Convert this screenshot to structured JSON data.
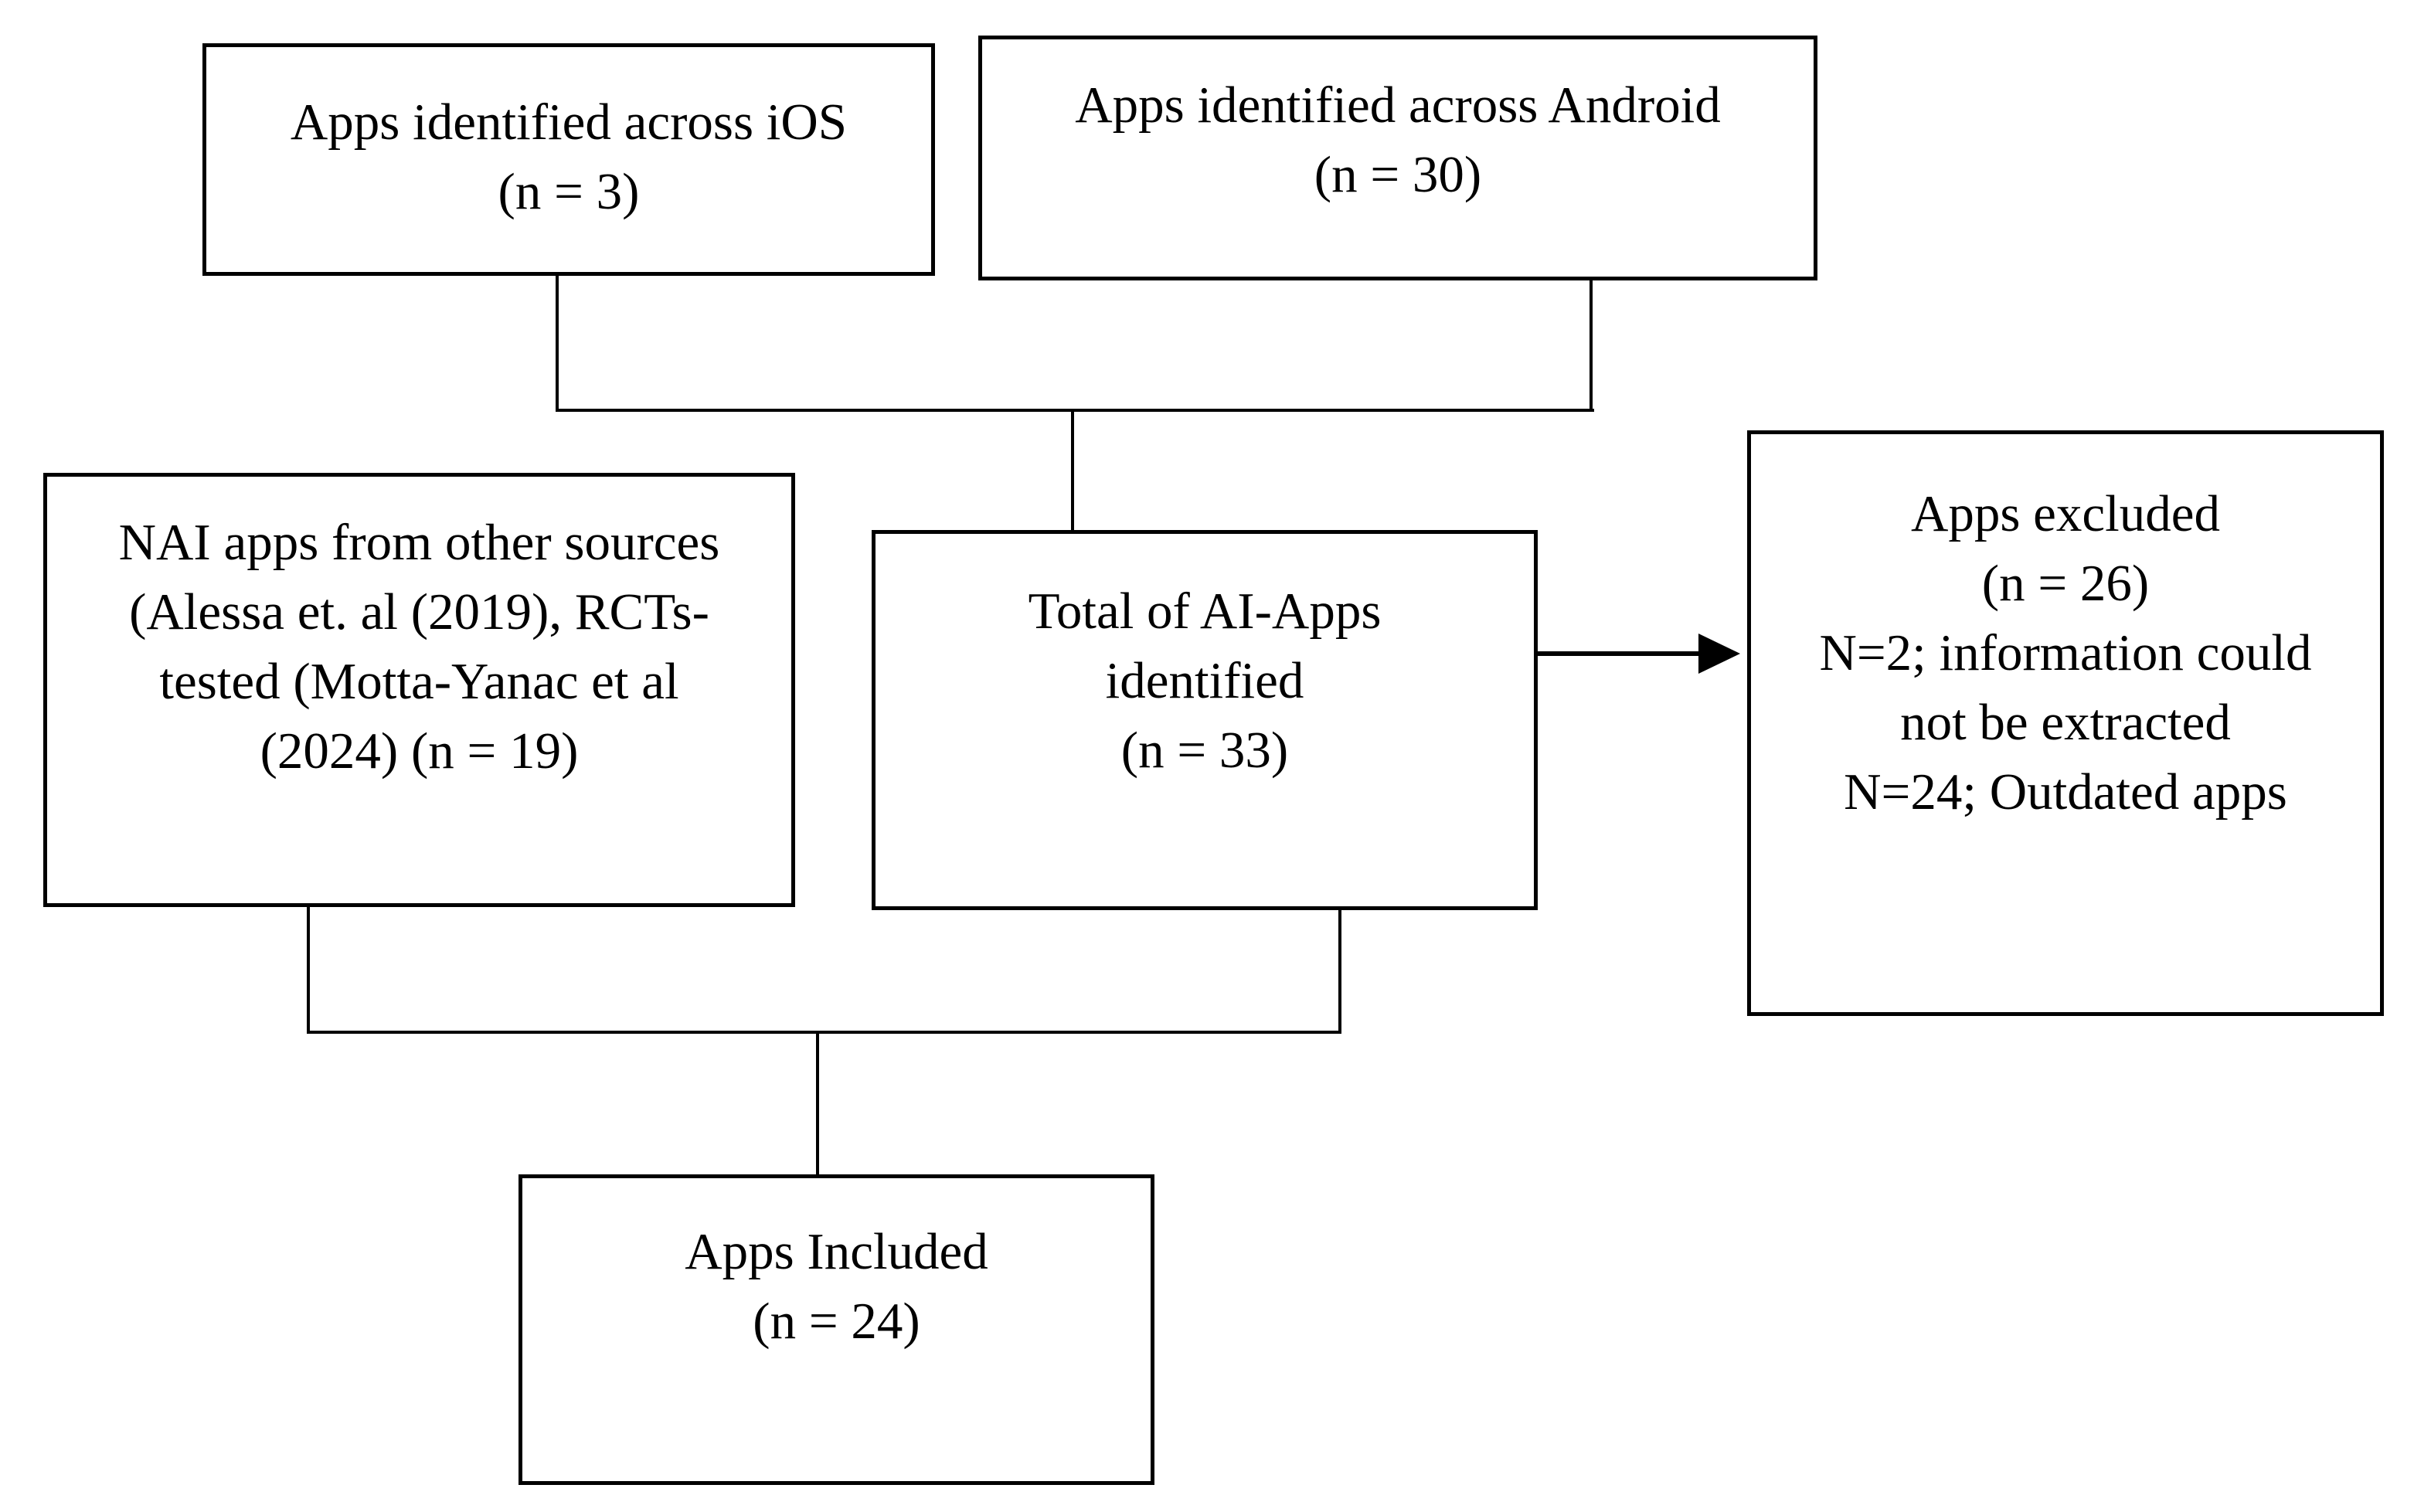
{
  "figure": {
    "background_color": "#ffffff",
    "box_border_color": "#000000",
    "text_color": "#000000",
    "boxes": {
      "ios": {
        "lines": [
          "Apps identified across iOS",
          "(n = 3)"
        ]
      },
      "android": {
        "lines": [
          "Apps identified across Android",
          "(n = 30)"
        ]
      },
      "other_sources": {
        "lines": [
          "NAI apps from other sources",
          "(Alessa et. al (2019), RCTs-",
          "tested (Motta-Yanac et al",
          "(2024) (n = 19)"
        ]
      },
      "total": {
        "lines": [
          "Total of AI-Apps",
          "identified",
          "(n = 33)"
        ]
      },
      "excluded": {
        "lines": [
          "Apps excluded",
          "(n = 26)",
          "N=2; information could",
          "not be extracted",
          "N=24; Outdated apps"
        ]
      },
      "included": {
        "lines": [
          "Apps Included",
          "(n = 24)"
        ]
      }
    }
  }
}
